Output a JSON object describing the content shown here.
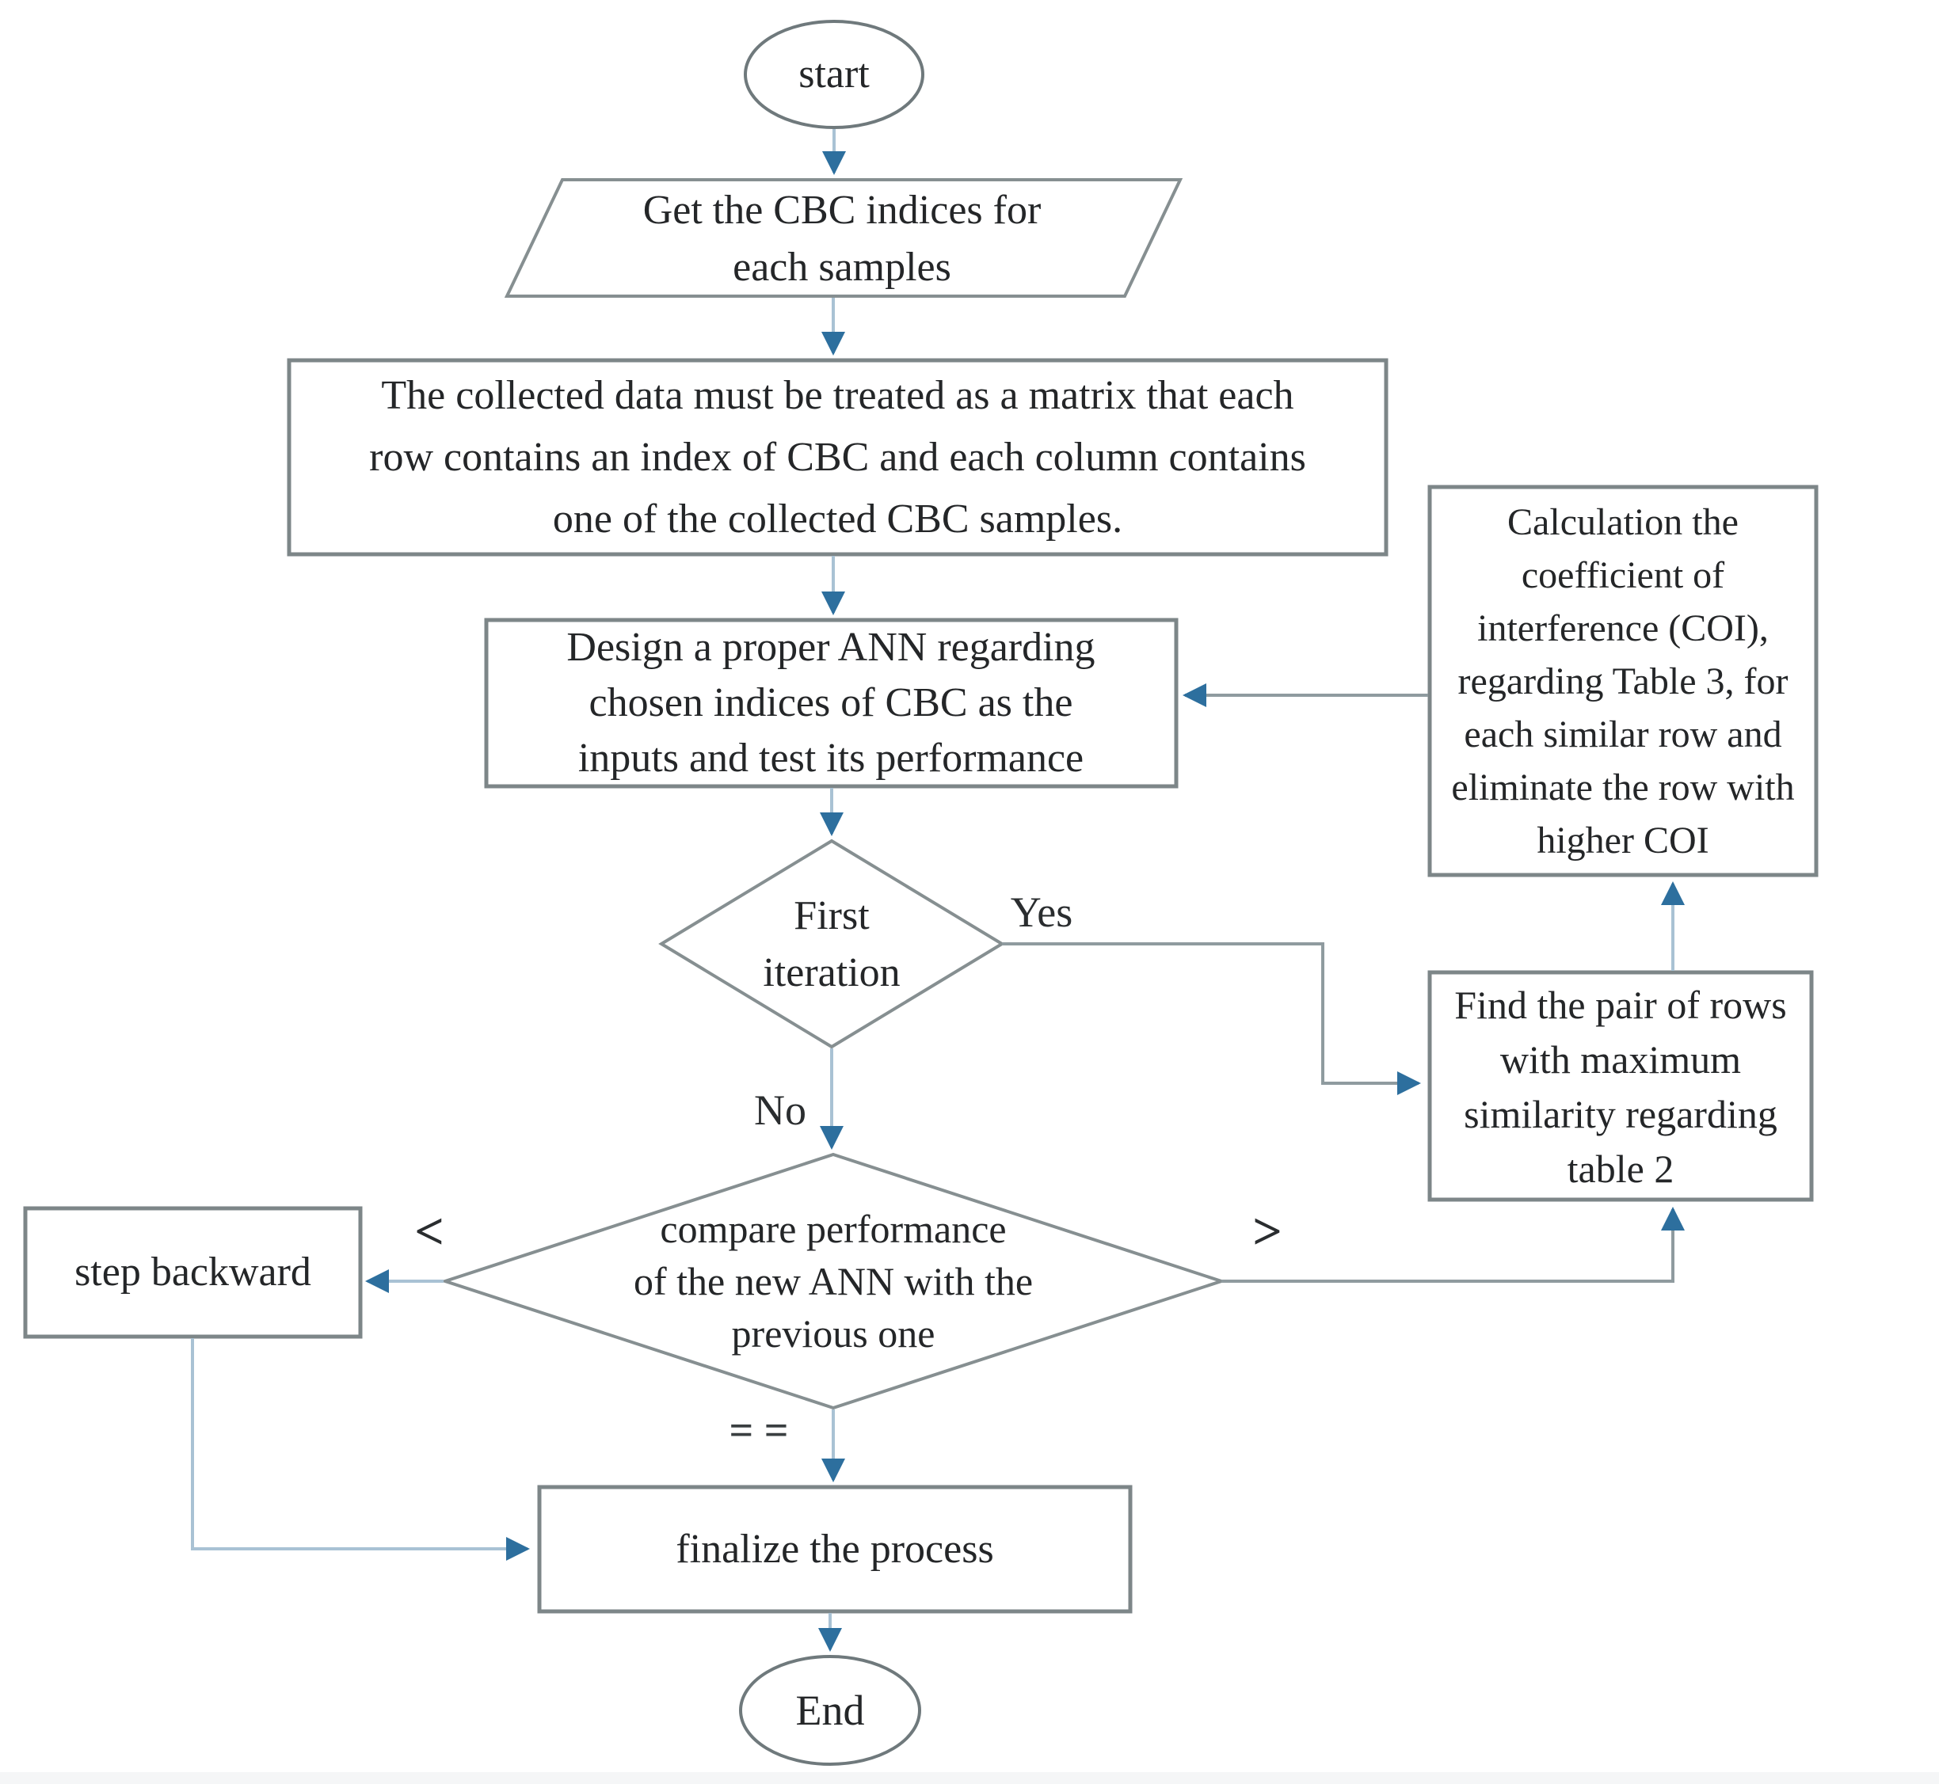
{
  "palette": {
    "arrowhead_blue": "#2d6f9e",
    "line_gray": "#8f9b9f",
    "line_light_blue": "#a9c2d4",
    "shape_border_gray": "#7d8688",
    "text_color": "#242628",
    "bottom_band": "#f5f6f7"
  },
  "nodes": {
    "start": {
      "label": "start",
      "type": "terminator"
    },
    "input": {
      "label": "Get the CBC indices for\neach samples",
      "type": "input-parallelogram"
    },
    "matrix": {
      "label": "The collected data must be treated as a matrix that each\nrow contains an index of CBC and each column contains\none of the collected CBC samples.",
      "type": "process"
    },
    "design_ann": {
      "label": "Design a proper ANN regarding\nchosen indices of CBC as the\ninputs and test its performance",
      "type": "process"
    },
    "first_iteration": {
      "label": "First\niteration",
      "type": "decision"
    },
    "compare": {
      "label": "compare performance\nof the new ANN with the\nprevious one",
      "type": "decision"
    },
    "step_backward": {
      "label": "step backward",
      "type": "process"
    },
    "finalize": {
      "label": "finalize the process",
      "type": "process"
    },
    "end": {
      "label": "End",
      "type": "terminator"
    },
    "calc_coi": {
      "label": "Calculation the\ncoefficient of\ninterference (COI),\nregarding Table 3, for\neach similar row and\neliminate the row with\nhigher COI",
      "type": "process"
    },
    "find_pair": {
      "label": "Find the pair of rows\nwith maximum\nsimilarity regarding\ntable 2",
      "type": "process"
    }
  },
  "edge_labels": {
    "yes": "Yes",
    "no": "No",
    "less_than": "<",
    "greater_than": ">",
    "equal": "= ="
  }
}
